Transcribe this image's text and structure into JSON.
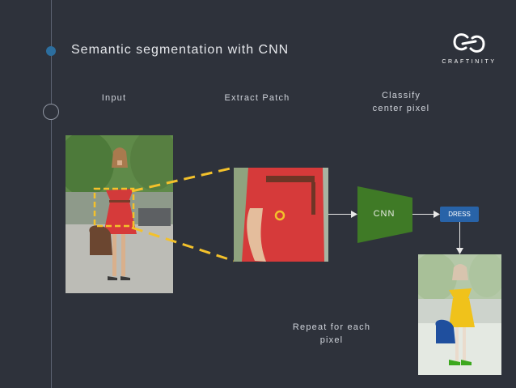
{
  "title": "Semantic segmentation with CNN",
  "logo": {
    "text": "CRAFTINITY",
    "icon": "chain-link-logo"
  },
  "labels": {
    "input": "Input",
    "extract_patch": "Extract Patch",
    "classify_line1": "Classify",
    "classify_line2": "center pixel",
    "repeat_line1": "Repeat for each",
    "repeat_line2": "pixel"
  },
  "cnn_label": "CNN",
  "output_class": "DRESS",
  "colors": {
    "background": "#2e323b",
    "timeline_dot": "#2c6e9e",
    "cnn_block": "#3f7a26",
    "output_badge": "#2863a8",
    "patch_outline": "#f3c12b",
    "dress": "#d63a3a",
    "segmentation_dress": "#f0c21b",
    "segmentation_bag": "#1f4f9e",
    "segmentation_shoes": "#3ca81e"
  }
}
